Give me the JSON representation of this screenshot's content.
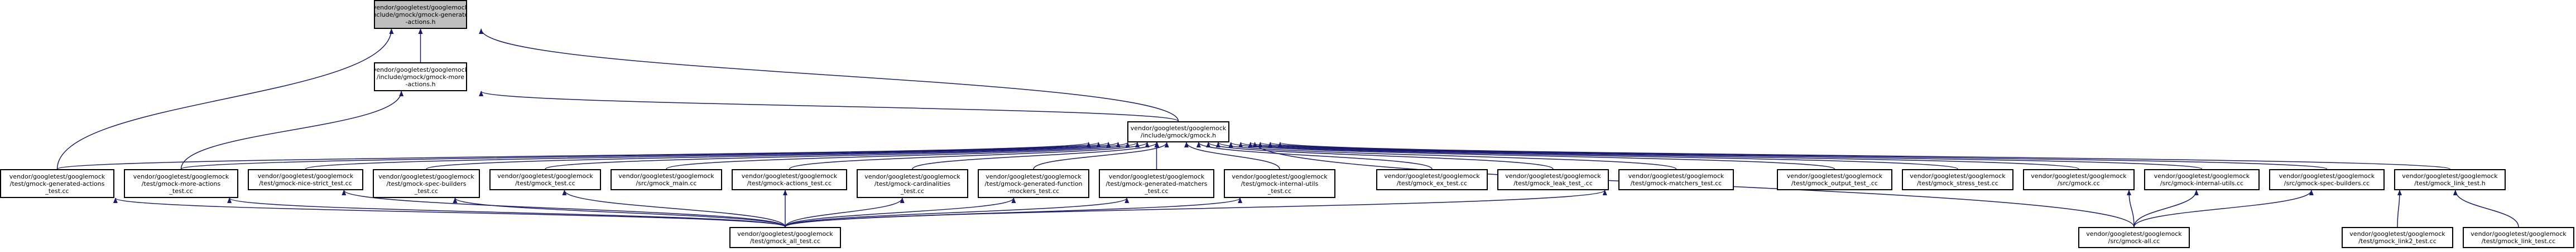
{
  "graph": {
    "type": "include-dependency-graph",
    "colors": {
      "edge": "#191970",
      "root_fill": "#bfbfbf",
      "node_fill": "#ffffff",
      "border": "#000000"
    },
    "nodes": [
      {
        "id": "root",
        "lines": [
          "vendor/googletest/googlemock",
          "/include/gmock/gmock-generated",
          "-actions.h"
        ]
      },
      {
        "id": "more_actions_h",
        "lines": [
          "vendor/googletest/googlemock",
          "/include/gmock/gmock-more",
          "-actions.h"
        ]
      },
      {
        "id": "gmock_h",
        "lines": [
          "vendor/googletest/googlemock",
          "/include/gmock/gmock.h"
        ]
      },
      {
        "id": "gen_actions_test",
        "lines": [
          "vendor/googletest/googlemock",
          "/test/gmock-generated-actions",
          "_test.cc"
        ]
      },
      {
        "id": "more_actions_test",
        "lines": [
          "vendor/googletest/googlemock",
          "/test/gmock-more-actions",
          "_test.cc"
        ]
      },
      {
        "id": "nice_strict_test",
        "lines": [
          "vendor/googletest/googlemock",
          "/test/gmock-nice-strict_test.cc"
        ]
      },
      {
        "id": "spec_builders_test",
        "lines": [
          "vendor/googletest/googlemock",
          "/test/gmock-spec-builders",
          "_test.cc"
        ]
      },
      {
        "id": "gmock_test",
        "lines": [
          "vendor/googletest/googlemock",
          "/test/gmock_test.cc"
        ]
      },
      {
        "id": "gmock_main",
        "lines": [
          "vendor/googletest/googlemock",
          "/src/gmock_main.cc"
        ]
      },
      {
        "id": "actions_test",
        "lines": [
          "vendor/googletest/googlemock",
          "/test/gmock-actions_test.cc"
        ]
      },
      {
        "id": "cardinalities_test",
        "lines": [
          "vendor/googletest/googlemock",
          "/test/gmock-cardinalities",
          "_test.cc"
        ]
      },
      {
        "id": "gen_function_mockers_test",
        "lines": [
          "vendor/googletest/googlemock",
          "/test/gmock-generated-function",
          "-mockers_test.cc"
        ]
      },
      {
        "id": "gen_matchers_test",
        "lines": [
          "vendor/googletest/googlemock",
          "/test/gmock-generated-matchers",
          "_test.cc"
        ]
      },
      {
        "id": "internal_utils_test",
        "lines": [
          "vendor/googletest/googlemock",
          "/test/gmock-internal-utils",
          "_test.cc"
        ]
      },
      {
        "id": "ex_test",
        "lines": [
          "vendor/googletest/googlemock",
          "/test/gmock_ex_test.cc"
        ]
      },
      {
        "id": "leak_test",
        "lines": [
          "vendor/googletest/googlemock",
          "/test/gmock_leak_test_.cc"
        ]
      },
      {
        "id": "matchers_test",
        "lines": [
          "vendor/googletest/googlemock",
          "/test/gmock-matchers_test.cc"
        ]
      },
      {
        "id": "output_test",
        "lines": [
          "vendor/googletest/googlemock",
          "/test/gmock_output_test_.cc"
        ]
      },
      {
        "id": "stress_test",
        "lines": [
          "vendor/googletest/googlemock",
          "/test/gmock_stress_test.cc"
        ]
      },
      {
        "id": "gmock_cc",
        "lines": [
          "vendor/googletest/googlemock",
          "/src/gmock.cc"
        ]
      },
      {
        "id": "internal_utils_cc",
        "lines": [
          "vendor/googletest/googlemock",
          "/src/gmock-internal-utils.cc"
        ]
      },
      {
        "id": "spec_builders_cc",
        "lines": [
          "vendor/googletest/googlemock",
          "/src/gmock-spec-builders.cc"
        ]
      },
      {
        "id": "link_test_h",
        "lines": [
          "vendor/googletest/googlemock",
          "/test/gmock_link_test.h"
        ]
      },
      {
        "id": "all_test",
        "lines": [
          "vendor/googletest/googlemock",
          "/test/gmock_all_test.cc"
        ]
      },
      {
        "id": "gmock_all",
        "lines": [
          "vendor/googletest/googlemock",
          "/src/gmock-all.cc"
        ]
      },
      {
        "id": "link2_test",
        "lines": [
          "vendor/googletest/googlemock",
          "/test/gmock_link2_test.cc"
        ]
      },
      {
        "id": "link_test_cc",
        "lines": [
          "vendor/googletest/googlemock",
          "/test/gmock_link_test.cc"
        ]
      }
    ],
    "edges": [
      [
        "gmock_h",
        "root"
      ],
      [
        "gen_actions_test",
        "root"
      ],
      [
        "more_actions_h",
        "root"
      ],
      [
        "gmock_h",
        "more_actions_h"
      ],
      [
        "more_actions_test",
        "more_actions_h"
      ],
      [
        "gen_actions_test",
        "gmock_h"
      ],
      [
        "more_actions_test",
        "gmock_h"
      ],
      [
        "nice_strict_test",
        "gmock_h"
      ],
      [
        "spec_builders_test",
        "gmock_h"
      ],
      [
        "gmock_test",
        "gmock_h"
      ],
      [
        "gmock_main",
        "gmock_h"
      ],
      [
        "actions_test",
        "gmock_h"
      ],
      [
        "cardinalities_test",
        "gmock_h"
      ],
      [
        "gen_function_mockers_test",
        "gmock_h"
      ],
      [
        "gen_matchers_test",
        "gmock_h"
      ],
      [
        "internal_utils_test",
        "gmock_h"
      ],
      [
        "ex_test",
        "gmock_h"
      ],
      [
        "leak_test",
        "gmock_h"
      ],
      [
        "matchers_test",
        "gmock_h"
      ],
      [
        "output_test",
        "gmock_h"
      ],
      [
        "stress_test",
        "gmock_h"
      ],
      [
        "gmock_cc",
        "gmock_h"
      ],
      [
        "internal_utils_cc",
        "gmock_h"
      ],
      [
        "spec_builders_cc",
        "gmock_h"
      ],
      [
        "link_test_h",
        "gmock_h"
      ],
      [
        "gmock_all",
        "gmock_h"
      ],
      [
        "all_test",
        "gen_actions_test"
      ],
      [
        "all_test",
        "more_actions_test"
      ],
      [
        "all_test",
        "nice_strict_test"
      ],
      [
        "all_test",
        "spec_builders_test"
      ],
      [
        "all_test",
        "gmock_test"
      ],
      [
        "all_test",
        "actions_test"
      ],
      [
        "all_test",
        "cardinalities_test"
      ],
      [
        "all_test",
        "gen_function_mockers_test"
      ],
      [
        "all_test",
        "gen_matchers_test"
      ],
      [
        "all_test",
        "internal_utils_test"
      ],
      [
        "all_test",
        "matchers_test"
      ],
      [
        "gmock_all",
        "gmock_cc"
      ],
      [
        "gmock_all",
        "internal_utils_cc"
      ],
      [
        "gmock_all",
        "spec_builders_cc"
      ],
      [
        "link2_test",
        "link_test_h"
      ],
      [
        "link_test_cc",
        "link_test_h"
      ]
    ]
  }
}
